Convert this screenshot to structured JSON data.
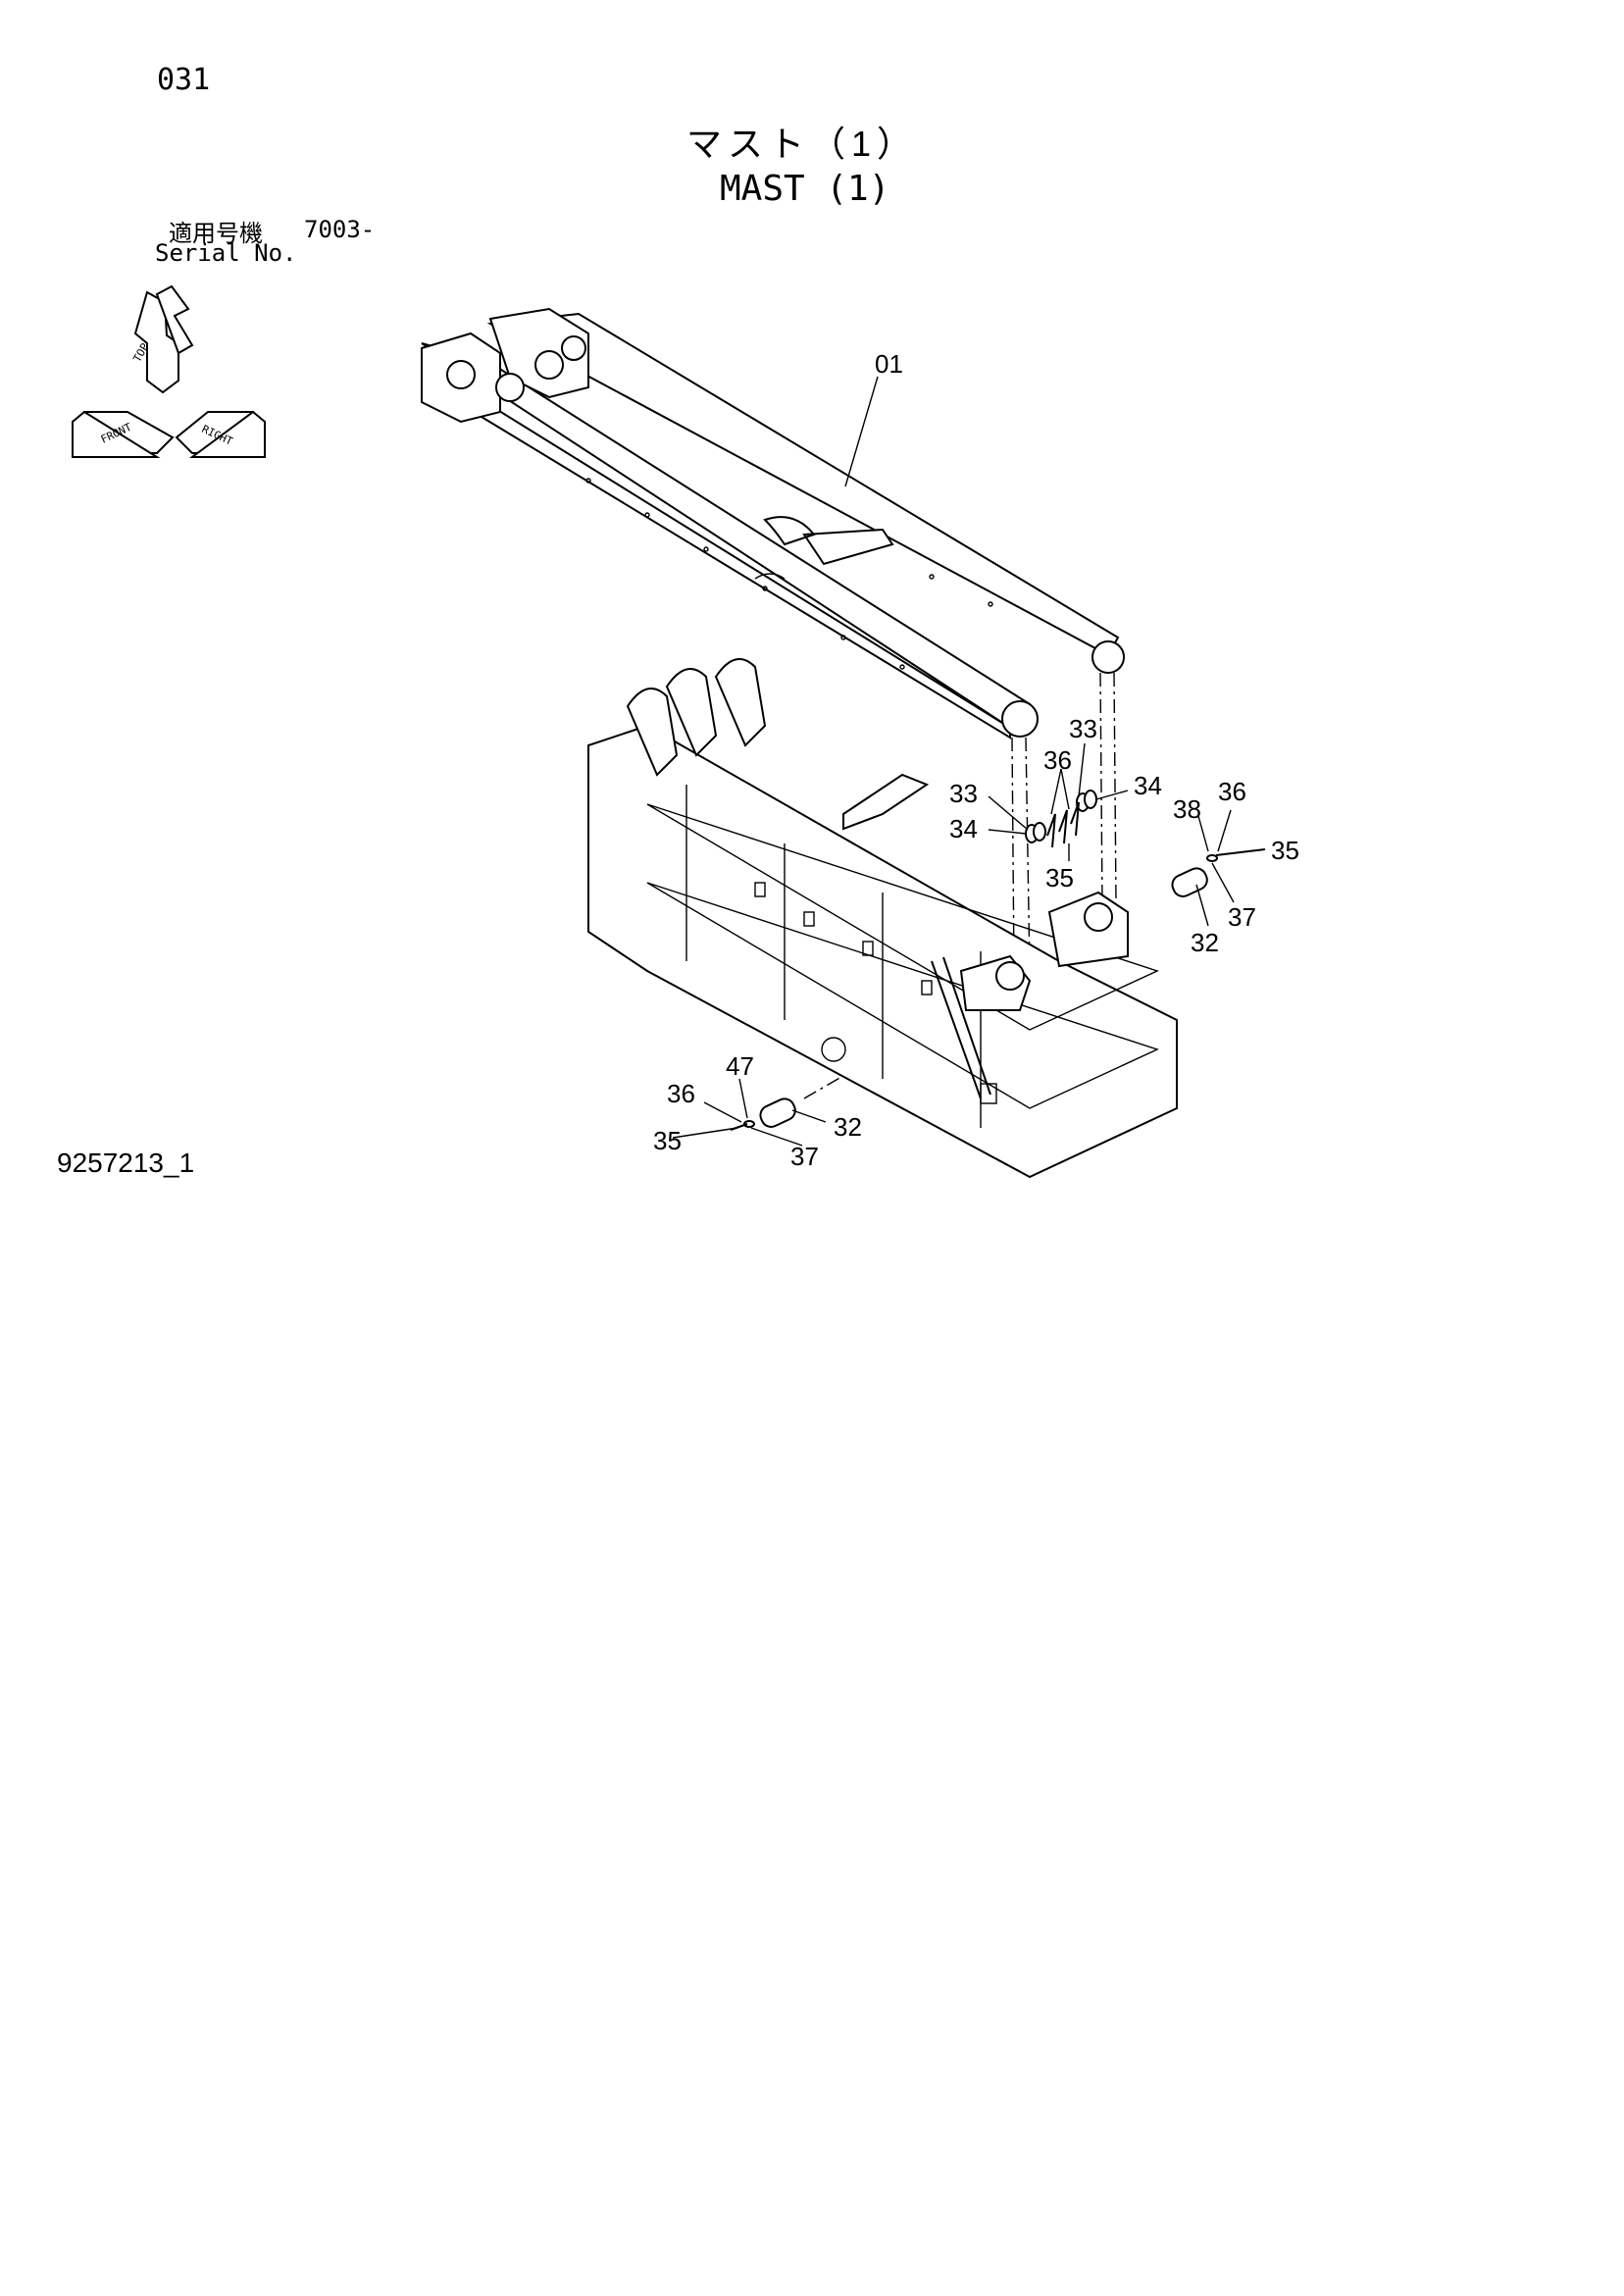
{
  "header": {
    "page_number": "031",
    "title_jp": "マスト（1）",
    "title_en": "MAST (1)",
    "serial_label_jp": "適用号機",
    "serial_range": "7003-",
    "serial_label_en": "Serial No."
  },
  "orientation_icon": {
    "icon": "orientation-arrows-icon",
    "labels": [
      "TOP",
      "FRONT",
      "RIGHT"
    ]
  },
  "callouts": {
    "c01": "01",
    "c33a": "33",
    "c36a": "36",
    "c33b": "33",
    "c34a": "34",
    "c34b": "34",
    "c35a": "35",
    "c38": "38",
    "c36b": "36",
    "c35b": "35",
    "c37a": "37",
    "c32a": "32",
    "c47": "47",
    "c36c": "36",
    "c35c": "35",
    "c32b": "32",
    "c37b": "37"
  },
  "footer": {
    "drawing_number": "9257213_1"
  }
}
